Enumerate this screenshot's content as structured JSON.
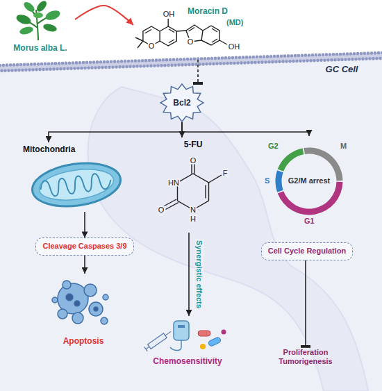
{
  "diagram": {
    "nodes": [
      {
        "text": [
          "Morus alba L."
        ]
      },
      {
        "text": [
          "Moracin D",
          "(MD)"
        ]
      },
      {
        "text": [
          "Bcl2"
        ]
      },
      {
        "text": [
          "Mitochondria"
        ]
      },
      {
        "text": [
          "5-FU"
        ]
      },
      {
        "text": [
          "G2",
          "M",
          "S",
          "G1",
          "G2/M arrest"
        ]
      },
      {
        "text": [
          "Cleavage Caspases 3/9"
        ]
      },
      {
        "text": [
          "Apoptosis"
        ]
      },
      {
        "text": [
          "Chemosensitivity"
        ]
      },
      {
        "text": [
          "Cell Cycle Regulation"
        ]
      },
      {
        "text": [
          "Proliferation Tumorigenesis"
        ]
      }
    ],
    "edges": [
      {
        "from": 0,
        "to": 1,
        "arrow": "to"
      },
      {
        "from": 1,
        "to": 2,
        "arrow": "to"
      },
      {
        "from": 2,
        "to": 3,
        "arrow": "to"
      },
      {
        "from": 2,
        "to": 4,
        "arrow": "to"
      },
      {
        "from": 2,
        "to": 5,
        "arrow": "to"
      },
      {
        "from": 3,
        "to": 6,
        "arrow": "to"
      },
      {
        "from": 6,
        "to": 7,
        "arrow": "to"
      },
      {
        "from": 4,
        "to": 8,
        "label": "Synergistic effects",
        "arrow": "to"
      },
      {
        "from": 9,
        "to": 10,
        "arrow": "to"
      }
    ],
    "labels": [
      "OH",
      "O",
      "O",
      "OH",
      "GC Cell",
      "O",
      "HN",
      "O",
      "N",
      "H",
      "F"
    ]
  }
}
